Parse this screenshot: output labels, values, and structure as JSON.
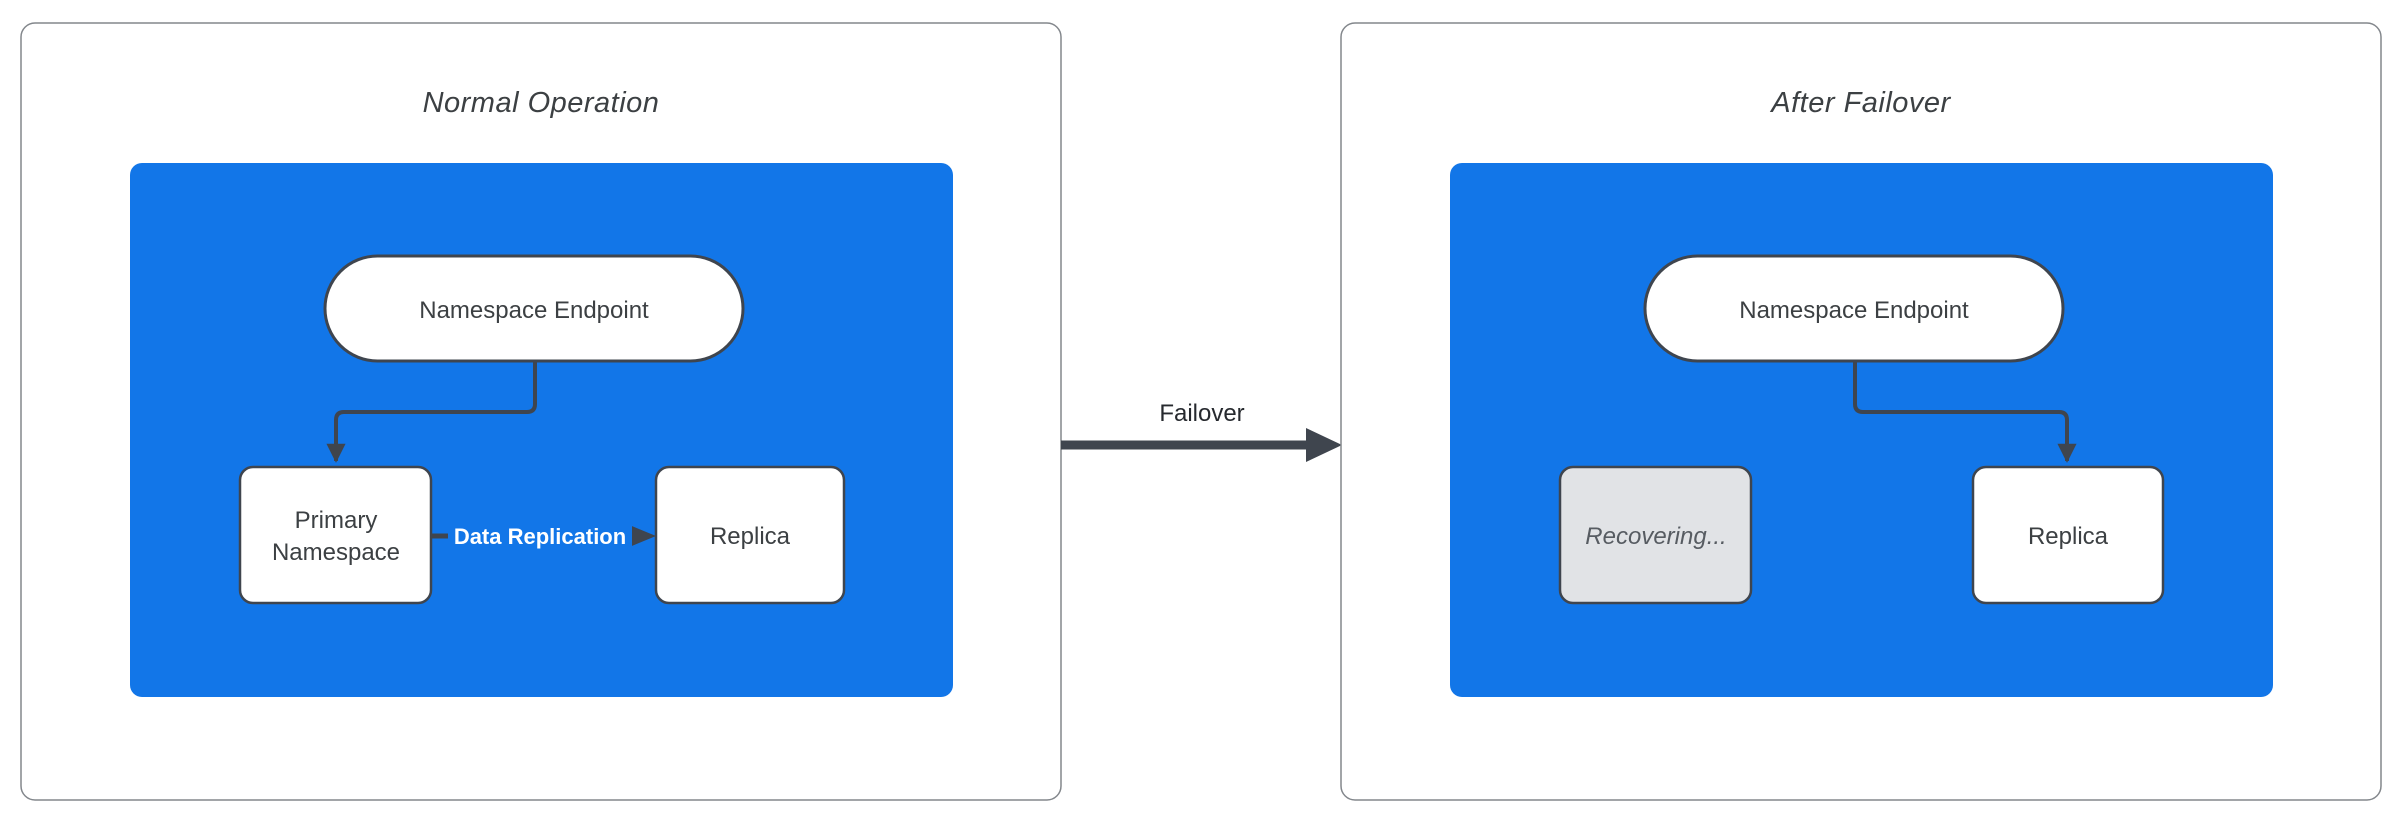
{
  "colors": {
    "blue": "#1276e8",
    "stroke_dark": "#3f454e",
    "panel_border": "#83878c",
    "panel_fill": "#ffffff",
    "node_fill": "#ffffff",
    "node_text": "#3c4043",
    "title_text": "#3c4043",
    "transition_text": "#26292e",
    "recovering_fill": "#e1e3e6",
    "recovering_text": "#575c62",
    "replication_text": "#ffffff"
  },
  "panels": {
    "normal": {
      "title": "Normal Operation",
      "endpoint_label": "Namespace Endpoint",
      "primary_label_line1": "Primary",
      "primary_label_line2": "Namespace",
      "replica_label": "Replica",
      "replication_label": "Data Replication"
    },
    "failover": {
      "title": "After Failover",
      "endpoint_label": "Namespace Endpoint",
      "recovering_label": "Recovering...",
      "replica_label": "Replica"
    }
  },
  "transition": {
    "label": "Failover"
  }
}
